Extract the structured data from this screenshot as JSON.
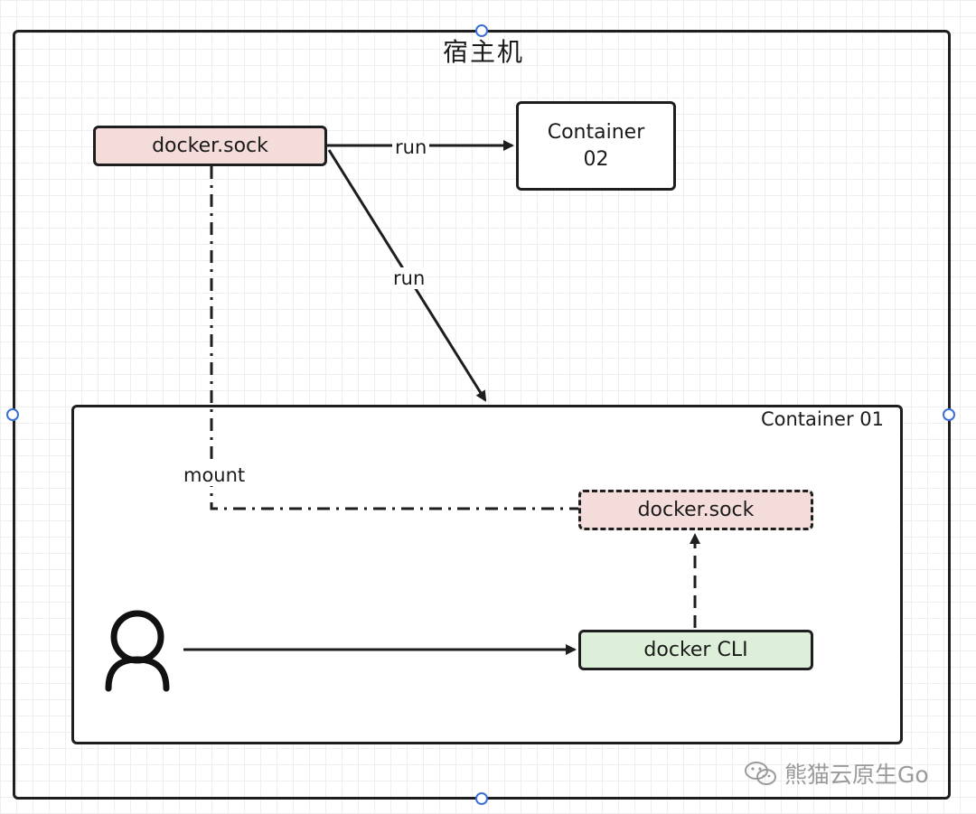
{
  "diagram": {
    "host": {
      "title": "宿主机"
    },
    "nodes": {
      "host_sock": {
        "label": "docker.sock"
      },
      "container02": {
        "label": "Container\n02"
      },
      "container01": {
        "label": "Container 01"
      },
      "inner_sock": {
        "label": "docker.sock"
      },
      "docker_cli": {
        "label": "docker CLI"
      }
    },
    "edges": {
      "run_to_c02": {
        "label": "run"
      },
      "run_to_c01": {
        "label": "run"
      },
      "mount": {
        "label": "mount"
      }
    },
    "colors": {
      "sock_fill": "#f4dcdb",
      "cli_fill": "#deefd9",
      "stroke": "#1e1e1e",
      "handle": "#3b6fd4"
    },
    "icons": {
      "user": "user-icon",
      "watermark": "wechat-icon"
    }
  },
  "watermark": {
    "text": "熊猫云原生Go"
  }
}
